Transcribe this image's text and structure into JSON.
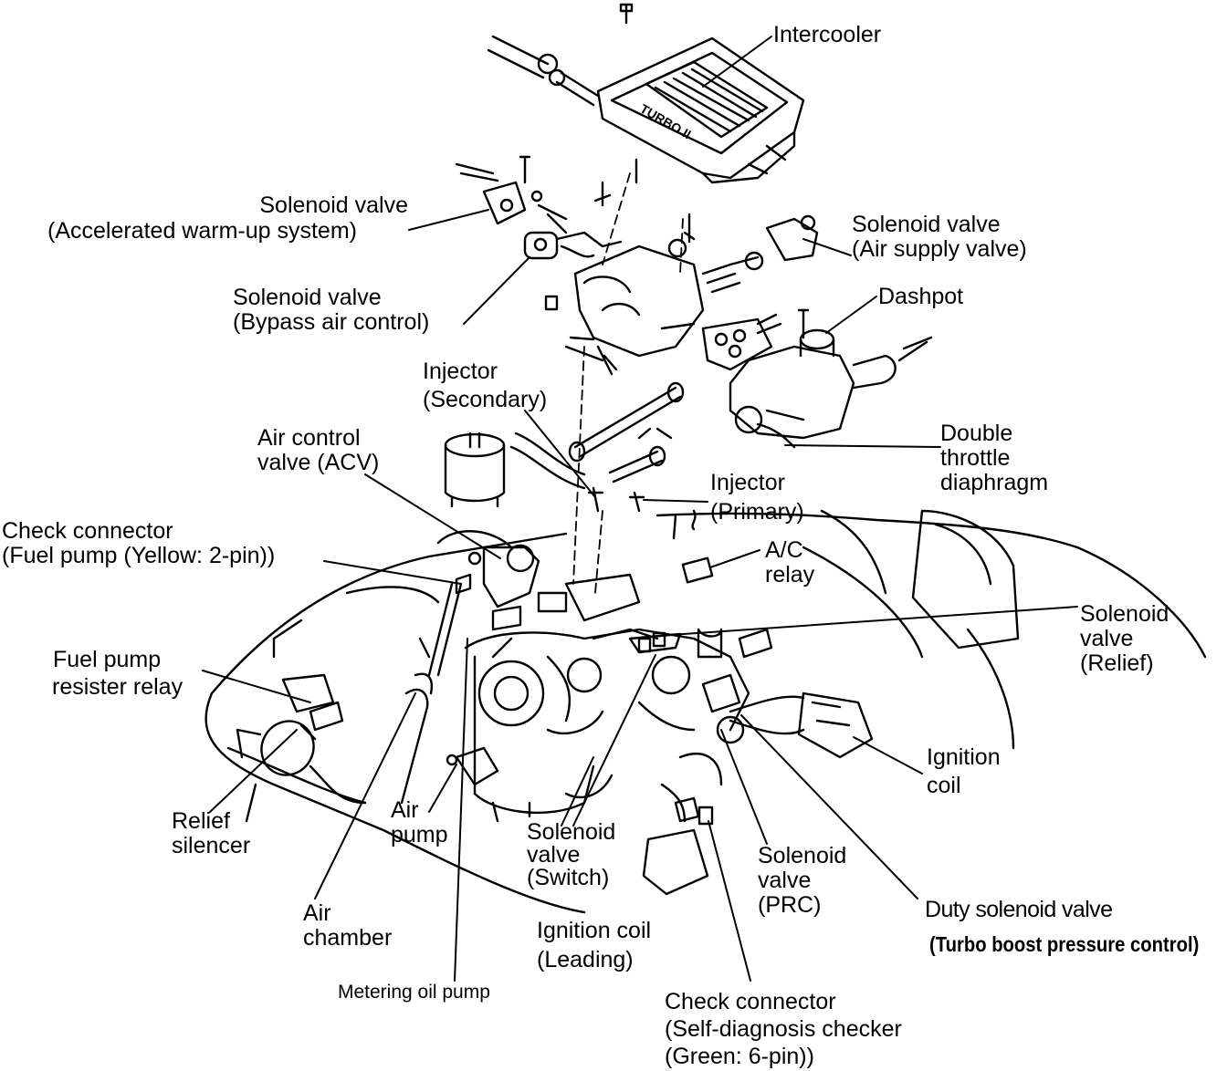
{
  "labels": {
    "intercooler": [
      "Intercooler"
    ],
    "solenoid_awu": [
      "Solenoid valve",
      "(Accelerated warm-up system)"
    ],
    "solenoid_asv": [
      "Solenoid valve",
      "(Air supply valve)"
    ],
    "solenoid_bac": [
      "Solenoid valve",
      "(Bypass air control)"
    ],
    "dashpot": [
      "Dashpot"
    ],
    "injector_secondary": [
      "Injector",
      "(Secondary)"
    ],
    "double_throttle": [
      "Double",
      "throttle",
      "diaphragm"
    ],
    "air_control_valve": [
      "Air control",
      "valve (ACV)"
    ],
    "injector_primary": [
      "Injector",
      "(Primary)"
    ],
    "check_connector_fuel": [
      "Check connector",
      "(Fuel pump (Yellow: 2-pin))"
    ],
    "ac_relay": [
      "A/C",
      "relay"
    ],
    "solenoid_relief": [
      "Solenoid",
      "valve",
      "(Relief)"
    ],
    "fuel_pump_relay": [
      "Fuel pump",
      "resister relay"
    ],
    "ignition_coil_trailing": [
      "Ignition",
      "coil"
    ],
    "relief_silencer": [
      "Relief",
      "silencer"
    ],
    "air_pump": [
      "Air",
      "pump"
    ],
    "solenoid_switch": [
      "Solenoid",
      "valve",
      "(Switch)"
    ],
    "solenoid_prc": [
      "Solenoid",
      "valve",
      "(PRC)"
    ],
    "duty_solenoid": [
      "Duty solenoid valve"
    ],
    "turbo_boost": [
      "(Turbo boost pressure control)"
    ],
    "air_chamber": [
      "Air",
      "chamber"
    ],
    "ignition_coil_leading": [
      "Ignition coil",
      "(Leading)"
    ],
    "metering_oil_pump": [
      "Metering oil pump"
    ],
    "check_connector_diag": [
      "Check connector",
      "(Self-diagnosis checker",
      "(Green: 6-pin))"
    ]
  },
  "intercooler_badge": "TURBO II"
}
